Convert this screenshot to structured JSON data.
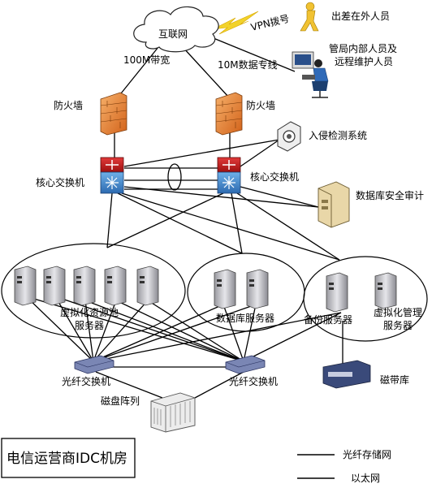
{
  "cloud": {
    "label": "互联网"
  },
  "links": {
    "vpn": "VPN拨号",
    "bw100": "100M带宽",
    "dedicated": "10M数据专线"
  },
  "people": {
    "travel": "出差在外人员",
    "internal_line1": "管局内部人员及",
    "internal_line2": "远程维护人员"
  },
  "firewalls": {
    "left": "防火墙",
    "right": "防火墙"
  },
  "ids": "入侵检测系统",
  "core_switches": {
    "left": "核心交换机",
    "right": "核心交换机"
  },
  "db_audit": "数据库安全审计",
  "groups": {
    "virt_pool_line1": "虚拟化资源池",
    "virt_pool_line2": "服务器",
    "db_server": "数据库服务器",
    "backup_server": "备份服务器",
    "virt_mgmt_line1": "虚拟化管理",
    "virt_mgmt_line2": "服务器"
  },
  "fiber_switches": {
    "left": "光纤交换机",
    "right": "光纤交换机"
  },
  "tape_library": "磁带库",
  "disk_array": "磁盘阵列",
  "site_title": "电信运营商IDC机房",
  "legend": {
    "fiber": "光纤存储网",
    "ethernet": "以太网"
  }
}
